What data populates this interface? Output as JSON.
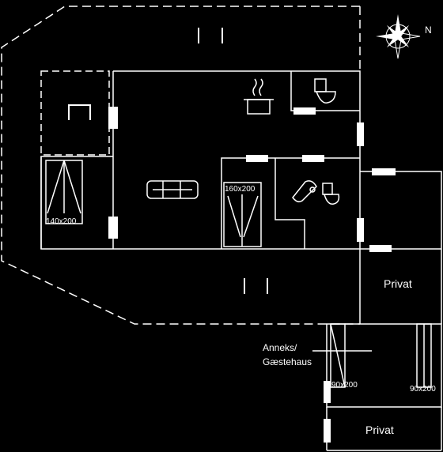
{
  "rooms": {
    "private_1": "Privat",
    "private_2": "Privat",
    "annex_line1": "Anneks/",
    "annex_line2": "Gæstehaus"
  },
  "beds": {
    "bed_left": "140x200",
    "bed_center": "160x200",
    "bed_annex_1": "90x200",
    "bed_annex_2": "90x200"
  },
  "compass": {
    "north_letter": "N"
  },
  "colors": {
    "background": "#000000",
    "lines": "#ffffff"
  }
}
